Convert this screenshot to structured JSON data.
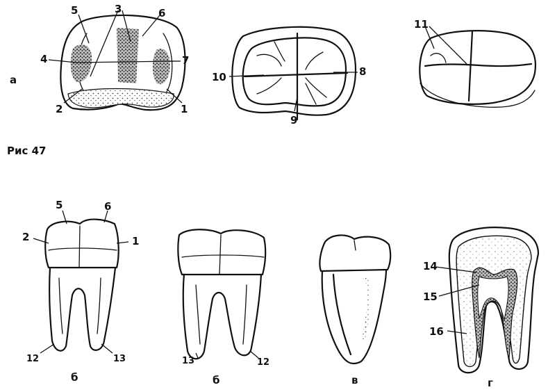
{
  "figure": {
    "label_a": "а",
    "caption": "Рис 47",
    "sub_b1": "б",
    "sub_b2": "б",
    "sub_v": "в",
    "sub_g": "г"
  },
  "labels": {
    "n1": "1",
    "n2": "2",
    "n3": "3",
    "n4": "4",
    "n5": "5",
    "n6": "6",
    "n7": "7",
    "n8": "8",
    "n9": "9",
    "n10": "10",
    "n11": "11",
    "n12": "12",
    "n13": "13",
    "n14": "14",
    "n15": "15",
    "n16": "16",
    "s1": "1",
    "s2": "2",
    "s5": "5",
    "s6": "6",
    "b12": "12",
    "b13": "13",
    "c13": "13",
    "c12": "12"
  }
}
